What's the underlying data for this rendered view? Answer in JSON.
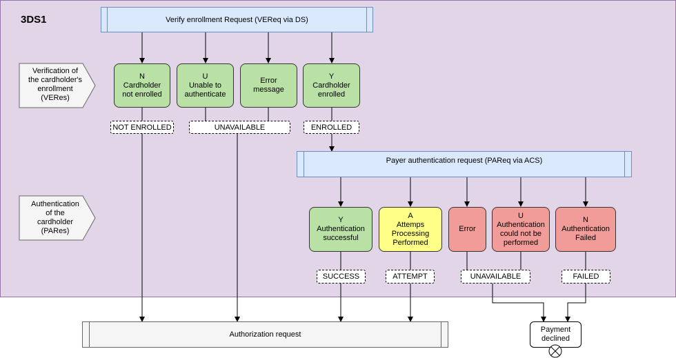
{
  "title": "3DS1",
  "vereq": "Verify enrollment Request (VEReq via DS)",
  "pareq": "Payer authentication request (PAReq via ACS)",
  "auth_request": "Authorization request",
  "labels": {
    "veres": [
      "Verification of",
      "the cardholder's",
      "enrollment",
      "(VERes)"
    ],
    "pares": [
      "Authentication",
      "of the",
      "cardholder",
      "(PARes)"
    ]
  },
  "veres_nodes": [
    {
      "lines": [
        "N",
        "Cardholder",
        "not enrolled"
      ]
    },
    {
      "lines": [
        "U",
        "Unable to",
        "authenticate"
      ]
    },
    {
      "lines": [
        "Error",
        "message"
      ]
    },
    {
      "lines": [
        "Y",
        "Cardholder",
        "enrolled"
      ]
    }
  ],
  "veres_tags": [
    "NOT ENROLLED",
    "UNAVAILABLE",
    "ENROLLED"
  ],
  "pares_nodes": [
    {
      "lines": [
        "Y",
        "Authentication",
        "successful"
      ]
    },
    {
      "lines": [
        "A",
        "Attemps",
        "Processing",
        "Performed"
      ]
    },
    {
      "lines": [
        "Error"
      ]
    },
    {
      "lines": [
        "U",
        "Authentication",
        "could not be",
        "performed"
      ]
    },
    {
      "lines": [
        "N",
        "Authentication",
        "Failed"
      ]
    }
  ],
  "pares_tags": [
    "SUCCESS",
    "ATTEMPT",
    "UNAVAILABLE",
    "FAILED"
  ],
  "payment_declined": [
    "Payment",
    "declined"
  ],
  "colors": {
    "background": "#e1d5e7",
    "process": "#dae8fc",
    "green": "#b9e0a5",
    "yellow": "#ffff88",
    "red": "#f19c99"
  }
}
